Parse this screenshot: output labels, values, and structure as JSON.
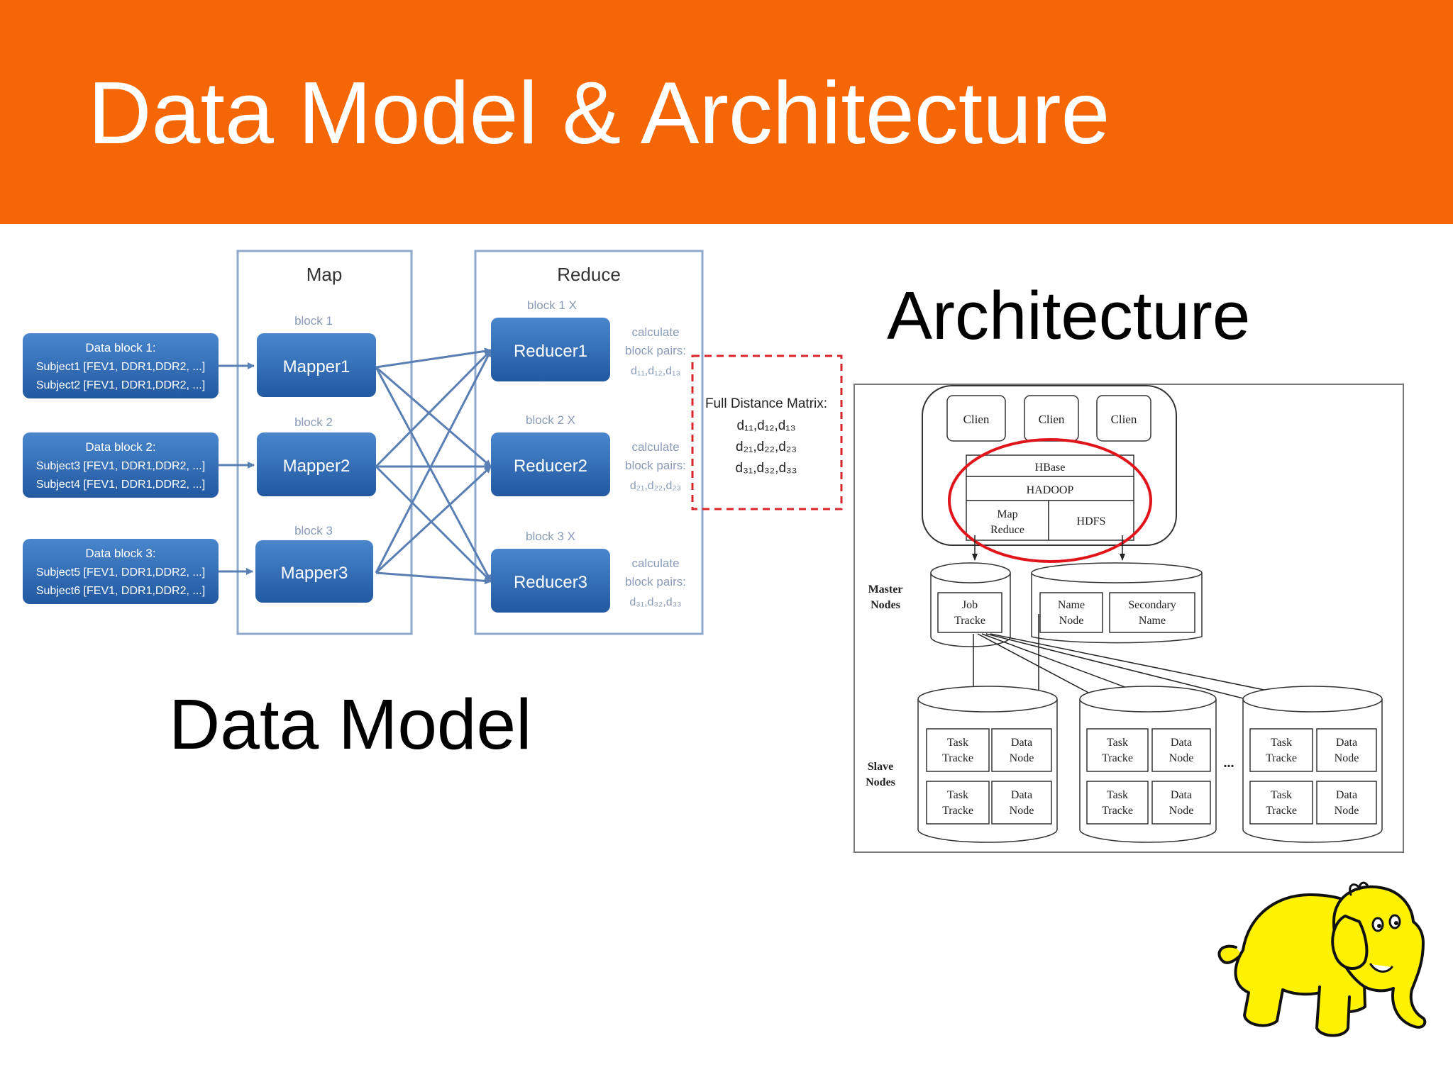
{
  "slide": {
    "title": "Data Model & Architecture",
    "caption_data_model": "Data Model",
    "caption_architecture": "Architecture"
  },
  "colors": {
    "header": "#f56705",
    "block_fill": "#2e6db5",
    "block_text": "#ffffff",
    "dashed_box": "#d9262b",
    "highlight_ellipse": "#e0151b",
    "logo_fill": "#fff200"
  },
  "data_model": {
    "map_label": "Map",
    "reduce_label": "Reduce",
    "data_blocks": [
      {
        "title": "Data block 1:",
        "line1": "Subject1 [FEV1, DDR1,DDR2, ...]",
        "line2": "Subject2 [FEV1, DDR1,DDR2, ...]"
      },
      {
        "title": "Data block 2:",
        "line1": "Subject3 [FEV1, DDR1,DDR2, ...]",
        "line2": "Subject4 [FEV1, DDR1,DDR2, ...]"
      },
      {
        "title": "Data block 3:",
        "line1": "Subject5 [FEV1, DDR1,DDR2, ...]",
        "line2": "Subject6 [FEV1, DDR1,DDR2, ...]"
      }
    ],
    "mappers": [
      {
        "block_label": "block 1",
        "name": "Mapper1"
      },
      {
        "block_label": "block 2",
        "name": "Mapper2"
      },
      {
        "block_label": "block 3",
        "name": "Mapper3"
      }
    ],
    "reducers": [
      {
        "block_label": "block 1 X",
        "name": "Reducer1",
        "calc1": "calculate",
        "calc2": "block pairs:",
        "pairs": "d₁₁,d₁₂,d₁₃"
      },
      {
        "block_label": "block 2 X",
        "name": "Reducer2",
        "calc1": "calculate",
        "calc2": "block pairs:",
        "pairs": "d₂₁,d₂₂,d₂₃"
      },
      {
        "block_label": "block 3 X",
        "name": "Reducer3",
        "calc1": "calculate",
        "calc2": "block pairs:",
        "pairs": "d₃₁,d₃₂,d₃₃"
      }
    ],
    "matrix": {
      "title": "Full Distance Matrix:",
      "rows": [
        "d₁₁,d₁₂,d₁₃",
        "d₂₁,d₂₂,d₂₃",
        "d₃₁,d₃₂,d₃₃"
      ]
    }
  },
  "architecture": {
    "clients": [
      "Clien",
      "Clien",
      "Clien"
    ],
    "hbase": "HBase",
    "hadoop": "HADOOP",
    "map_reduce": [
      "Map",
      "Reduce"
    ],
    "hdfs": "HDFS",
    "master_nodes_label": [
      "Master",
      "Nodes"
    ],
    "slave_nodes_label": [
      "Slave",
      "Nodes"
    ],
    "job_tracker": [
      "Job",
      "Tracke"
    ],
    "name_node": [
      "Name",
      "Node"
    ],
    "secondary_name": [
      "Secondary",
      "Name"
    ],
    "task_tracker": [
      "Task",
      "Tracke"
    ],
    "data_node": [
      "Data",
      "Node"
    ],
    "ellipsis": "..."
  }
}
